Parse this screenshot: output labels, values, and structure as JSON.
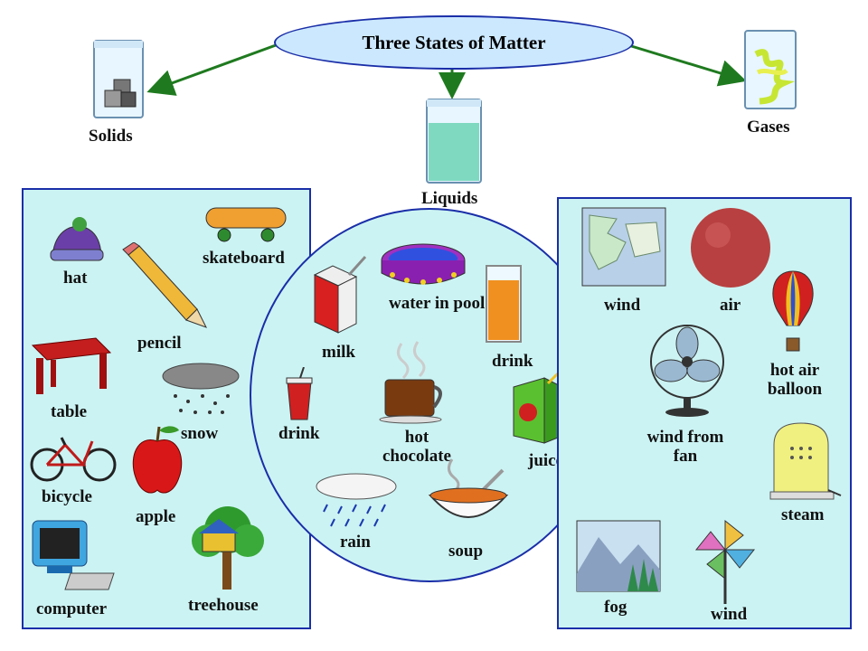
{
  "title": "Three States of Matter",
  "states": {
    "solids": "Solids",
    "liquids": "Liquids",
    "gases": "Gases"
  },
  "solids_items": [
    "hat",
    "skateboard",
    "pencil",
    "table",
    "snow",
    "bicycle",
    "apple",
    "computer",
    "treehouse"
  ],
  "liquids_items": [
    "milk",
    "water in pool",
    "drink",
    "drink",
    "hot chocolate",
    "juice",
    "rain",
    "soup"
  ],
  "gases_items": [
    "wind",
    "air",
    "hot air balloon",
    "wind from fan",
    "steam",
    "fog",
    "wind"
  ],
  "colors": {
    "panel_fill": "#ccf3f3",
    "border": "#1a2ea8",
    "arrow": "#1f7a1f",
    "oval_fill": "#cce8ff"
  }
}
